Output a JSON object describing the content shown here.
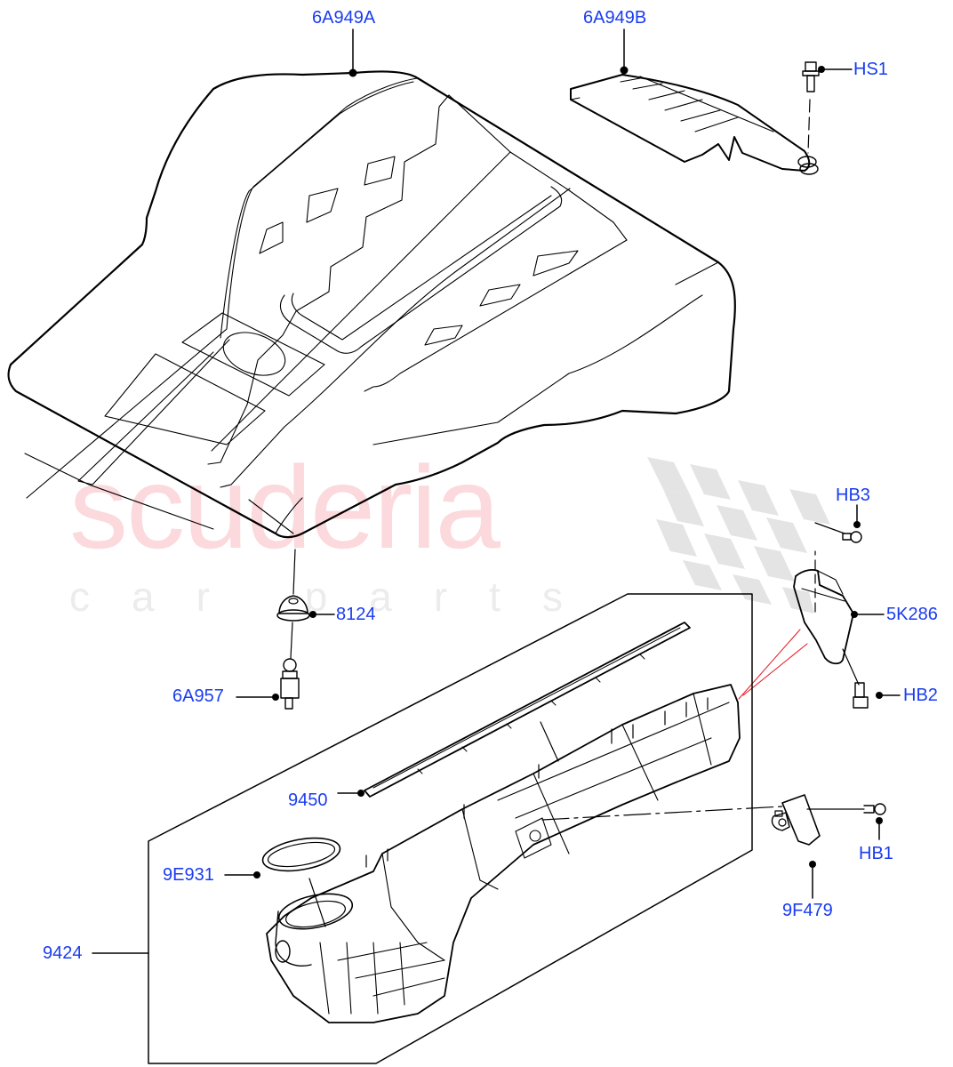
{
  "diagram": {
    "type": "exploded-parts-diagram",
    "subject": "Engine cover and intake manifold assembly",
    "label_color": "#1a3cf0",
    "line_color": "#000000",
    "highlight_line_color": "#e8141e"
  },
  "watermark": {
    "main_text": "scuderia",
    "sub_text": "car parts",
    "main_color": "#fbd9dc",
    "sub_color": "#ececec",
    "flag_color": "#e3e3e3"
  },
  "callouts": [
    {
      "id": "6A949A",
      "label": "6A949A",
      "part": "engine-cover"
    },
    {
      "id": "6A949B",
      "label": "6A949B",
      "part": "engine-cover-rear-shield"
    },
    {
      "id": "HS1",
      "label": "HS1",
      "part": "shield-bolt"
    },
    {
      "id": "HB3",
      "label": "HB3",
      "part": "bracket-bolt-upper"
    },
    {
      "id": "5K286",
      "label": "5K286",
      "part": "bracket"
    },
    {
      "id": "8124",
      "label": "8124",
      "part": "grommet"
    },
    {
      "id": "6A957",
      "label": "6A957",
      "part": "ball-stud"
    },
    {
      "id": "HB2",
      "label": "HB2",
      "part": "bracket-bolt-lower"
    },
    {
      "id": "9450",
      "label": "9450",
      "part": "manifold-gasket"
    },
    {
      "id": "HB1",
      "label": "HB1",
      "part": "sensor-bolt"
    },
    {
      "id": "9E931",
      "label": "9E931",
      "part": "throttle-body-seal"
    },
    {
      "id": "9F479",
      "label": "9F479",
      "part": "map-sensor"
    },
    {
      "id": "9424",
      "label": "9424",
      "part": "intake-manifold"
    }
  ]
}
